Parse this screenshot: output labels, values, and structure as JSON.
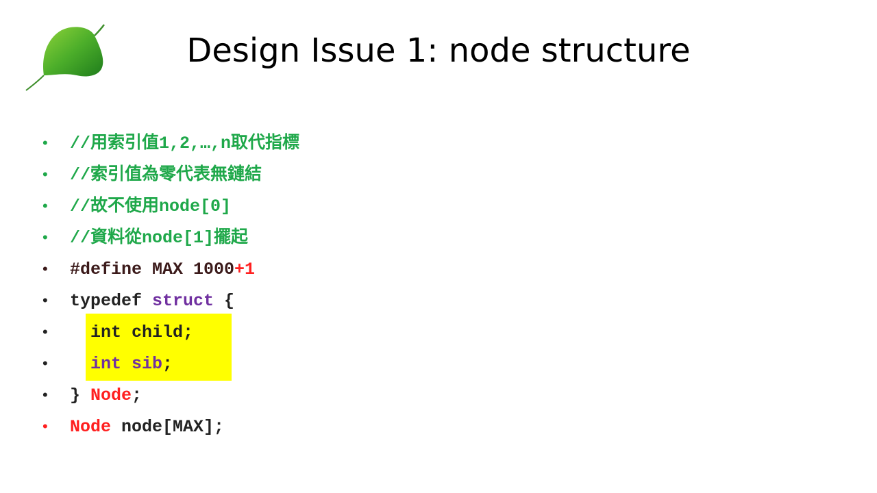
{
  "title": "Design Issue 1: node structure",
  "icons": {
    "logo": "green-leaf-icon",
    "bullet": "bullet-dot"
  },
  "colors": {
    "comment": "#1fa84a",
    "keyword_red": "#ff2020",
    "preprocessor": "#3b1a1a",
    "struct_keyword": "#7030a0",
    "highlight": "#ffff00"
  },
  "lines": [
    {
      "text": "//用索引值1,2,…,n取代指標"
    },
    {
      "text": "//索引值為零代表無鏈結"
    },
    {
      "text": "//故不使用node[0]"
    },
    {
      "text": "//資料從node[1]擺起"
    },
    {
      "define": "#define MAX ",
      "num": "1000",
      "plus": "+1"
    },
    {
      "kw": "typedef ",
      "struct": "struct",
      "rest": " {"
    },
    {
      "indent": "  ",
      "text": "int child;"
    },
    {
      "indent": "  ",
      "kw": "int sib",
      "rest": ";"
    },
    {
      "kw": "} ",
      "name": "Node",
      "rest": ";"
    },
    {
      "type": "Node",
      "rest": " node[MAX];"
    }
  ]
}
